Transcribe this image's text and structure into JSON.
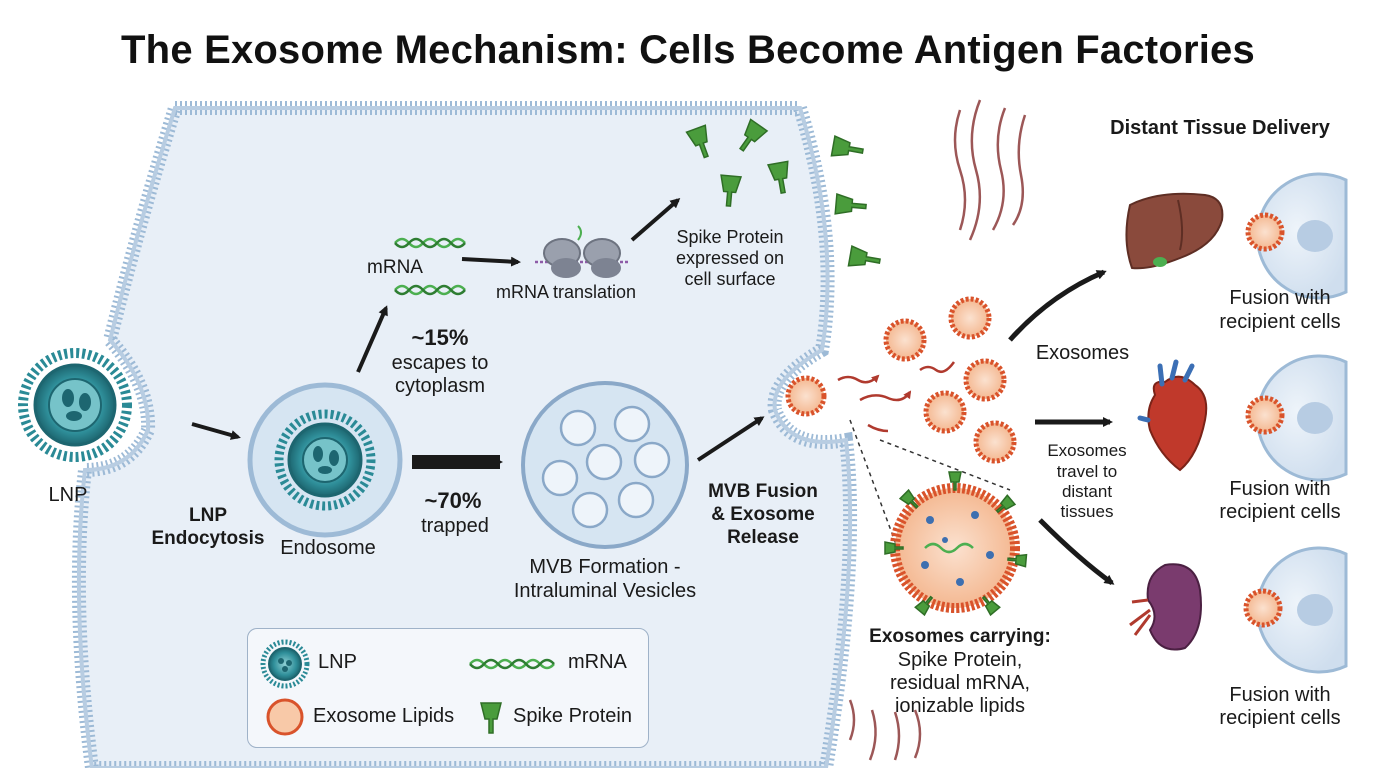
{
  "title": "The Exosome Mechanism: Cells Become Antigen Factories",
  "labels": {
    "lnp": "LNP",
    "lnp_endocytosis_1": "LNP",
    "lnp_endocytosis_2": "Endocytosis",
    "endosome": "Endosome",
    "mrna": "mRNA",
    "mrna_translation": "mRNA translation",
    "spike_1": "Spike Protein",
    "spike_2": "expressed on",
    "spike_3": "cell surface",
    "escape_pct": "~15%",
    "escape_1": "escapes to",
    "escape_2": "cytoplasm",
    "trapped_pct": "~70%",
    "trapped": "trapped",
    "mvb_1": "MVB Formation -",
    "mvb_2": "Intraluminal Vesicles",
    "fusion_1": "MVB Fusion",
    "fusion_2": "& Exosome",
    "fusion_3": "Release",
    "exosomes": "Exosomes",
    "travel_1": "Exosomes",
    "travel_2": "travel to",
    "travel_3": "distant",
    "travel_4": "tissues",
    "carrying_1": "Exosomes carrying:",
    "carrying_2": "Spike Protein,",
    "carrying_3": "residual mRNA,",
    "carrying_4": "ionizable lipids",
    "distant_header": "Distant Tissue Delivery",
    "fusion_recipient_a1": "Fusion with",
    "fusion_recipient_a2": "recipient cells",
    "fusion_recipient_b1": "Fusion with",
    "fusion_recipient_b2": "recipient cells",
    "fusion_recipient_c1": "Fusion with",
    "fusion_recipient_c2": "recipient cells"
  },
  "legend": {
    "lnp": "LNP",
    "mrna": "mRNA",
    "exosome_lipids": "Exosome Lipids",
    "spike_protein": "Spike Protein"
  },
  "colors": {
    "cell_fill": "#e8eff7",
    "membrane": "#9dbad6",
    "lnp": "#2a8a96",
    "mrna": "#4caf50",
    "spike": "#4a9c3c",
    "exosome_fill": "#f8c9a8",
    "exosome_ring": "#d9532b",
    "liver": "#8a4a3c",
    "heart": "#c0392b",
    "kidney": "#7a3b6e",
    "blood_vessel": "#8b3a3a"
  }
}
